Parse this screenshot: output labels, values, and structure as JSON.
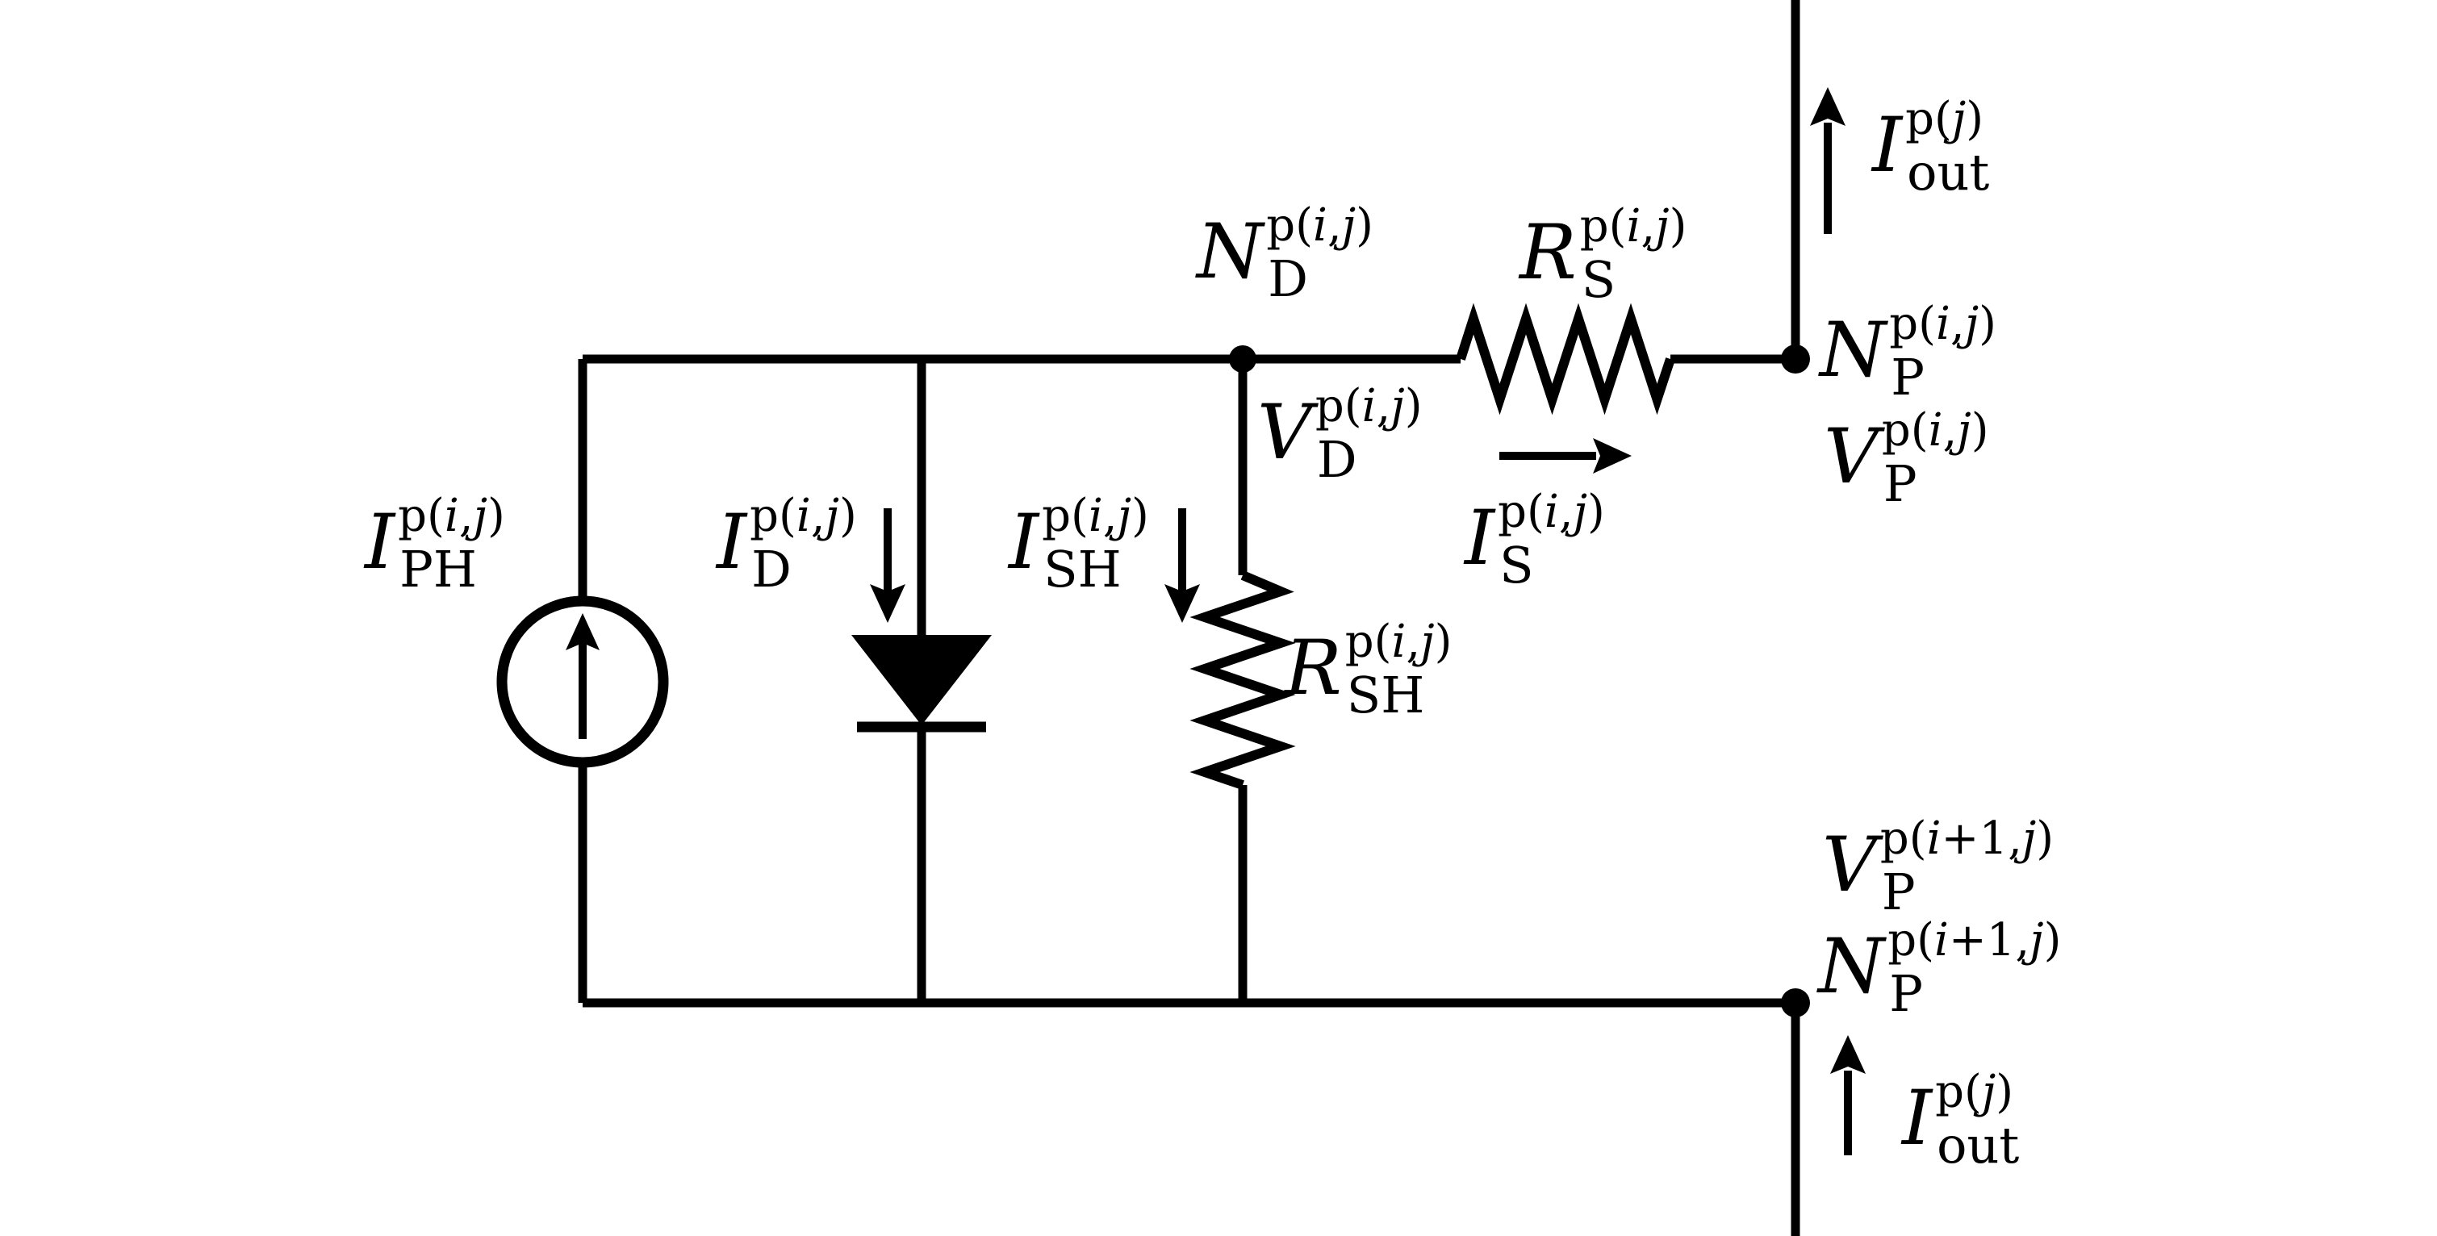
{
  "figure": {
    "background_color": "#ffffff",
    "stroke_color": "#000000",
    "description": "Equivalent circuit of a photovoltaic pixel (i,j): photocurrent source, diode, shunt resistor and series resistor between diode node and pixel node"
  },
  "labels": {
    "i_ph": {
      "main": "I",
      "sup": "p(i,j)",
      "sub": "PH"
    },
    "i_d": {
      "main": "I",
      "sup": "p(i,j)",
      "sub": "D"
    },
    "i_sh": {
      "main": "I",
      "sup": "p(i,j)",
      "sub": "SH"
    },
    "n_d": {
      "main": "N",
      "sup": "p(i,j)",
      "sub": "D"
    },
    "v_d": {
      "main": "V",
      "sup": "p(i,j)",
      "sub": "D"
    },
    "r_s": {
      "main": "R",
      "sup": "p(i,j)",
      "sub": "S"
    },
    "r_sh": {
      "main": "R",
      "sup": "p(i,j)",
      "sub": "SH"
    },
    "i_s": {
      "main": "I",
      "sup": "p(i,j)",
      "sub": "S"
    },
    "n_p_top": {
      "main": "N",
      "sup": "p(i,j)",
      "sub": "P"
    },
    "v_p_top": {
      "main": "V",
      "sup": "p(i,j)",
      "sub": "P"
    },
    "v_p_bottom": {
      "main": "V",
      "sup": "p(i+1,j)",
      "sub": "P"
    },
    "n_p_bottom": {
      "main": "N",
      "sup": "p(i+1,j)",
      "sub": "P"
    },
    "i_out_top": {
      "main": "I",
      "sup": "p(j)",
      "sub": "out"
    },
    "i_out_bottom": {
      "main": "I",
      "sup": "p(j)",
      "sub": "out"
    }
  }
}
